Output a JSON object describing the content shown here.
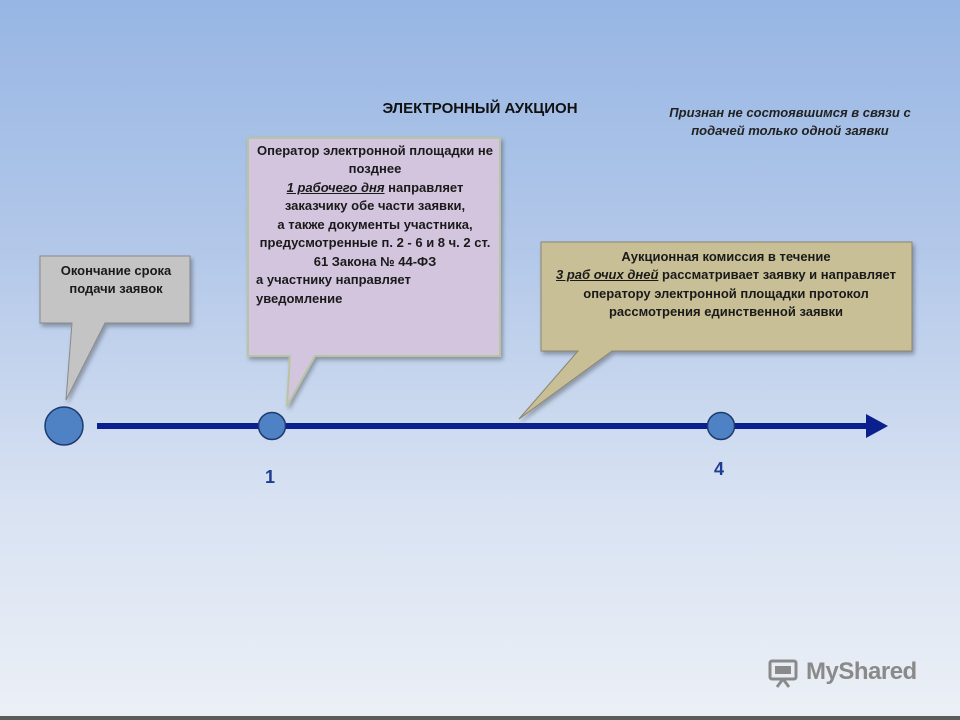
{
  "title": "ЭЛЕКТРОННЫЙ АУКЦИОН",
  "status_note": "Признан не состоявшимся в связи с подачей только одной заявки",
  "callouts": {
    "deadline": "Окончание срока подачи заявок",
    "operator": {
      "line1": "Оператор электронной площадки не позднее",
      "term": "1 рабочего дня",
      "line2": "направляет",
      "line3": "заказчику обе части заявки,",
      "line4": "а также документы участника,",
      "line5": "предусмотренные п. 2 - 6 и 8 ч. 2 ст. 61 Закона № 44-ФЗ",
      "line6": "а участнику направляет уведомление"
    },
    "commission": {
      "line1": "Аукционная комиссия в течение",
      "term": "3 раб очих дней",
      "line2": "рассматривает заявку и направляет оператору электронной площадки протокол рассмотрения единственной заявки"
    }
  },
  "timeline": {
    "ticks": [
      "1",
      "4"
    ]
  },
  "logo": {
    "text": "MyShared"
  },
  "colors": {
    "timeline": "#0b1f8f",
    "node": "#4f82c4",
    "callout_gray": "#c4c4c4",
    "callout_lilac": "#d3c5de",
    "callout_khaki": "#c8bf96"
  }
}
